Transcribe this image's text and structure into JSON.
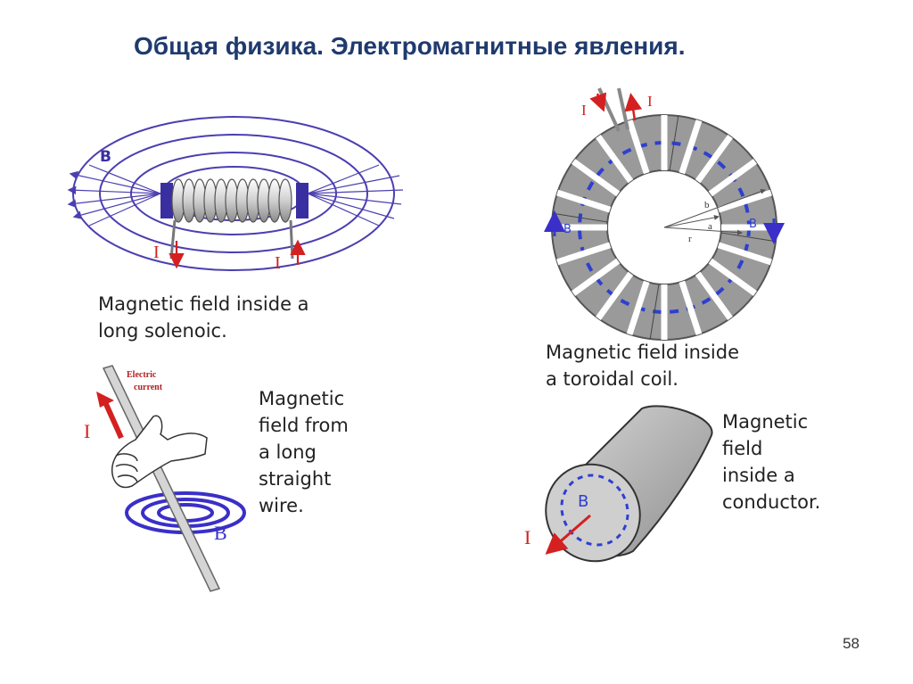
{
  "title": "Общая физика. Электромагнитные явления.",
  "page_number": "58",
  "colors": {
    "title": "#1F3A6E",
    "field_lines": "#4B3FB0",
    "current_arrow": "#D42020",
    "coil": "#9A9A9A"
  },
  "solenoid": {
    "caption_lines": [
      "Magnetic field inside a",
      "long solenoic."
    ],
    "label_b": "B",
    "label_i_left": "I",
    "label_i_right": "I"
  },
  "wire": {
    "caption_lines": [
      "Magnetic",
      "field from",
      "a long",
      "straight",
      "wire."
    ],
    "annotation_lines": [
      "Electric",
      "current"
    ],
    "label_i": "I",
    "label_b": "B"
  },
  "toroid": {
    "caption_lines": [
      "Magnetic field inside",
      "a toroidal coil."
    ],
    "label_i_left": "I",
    "label_i_right": "I",
    "label_b_left": "B",
    "label_b_right": "B",
    "label_a": "a",
    "label_b_dim": "b",
    "label_r": "r"
  },
  "conductor": {
    "caption_lines": [
      "Magnetic",
      "field",
      "inside a",
      "conductor."
    ],
    "label_b": "B",
    "label_i": "I"
  }
}
